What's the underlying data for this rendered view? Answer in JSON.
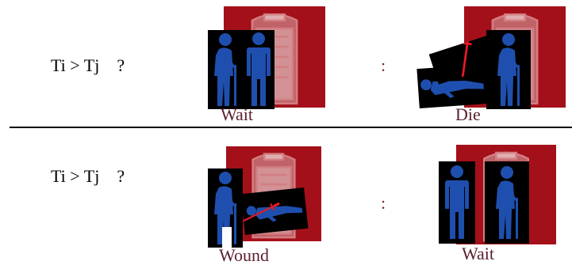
{
  "rows": [
    {
      "condition": "Ti > Tj    ?",
      "separator": ":",
      "left_caption": "Wait",
      "right_caption": "Die"
    },
    {
      "condition": "Ti > Tj    ?",
      "separator": ":",
      "left_caption": "Wound",
      "right_caption": "Wait"
    }
  ],
  "colors": {
    "toilet_background": "#a4101a",
    "figure_blue": "#1f4fae",
    "knife_red": "#e21b24",
    "caption": "#5a1f2e"
  },
  "icons": [
    "portable-toilet-icon",
    "elderly-person-icon",
    "standing-person-icon",
    "lying-person-icon",
    "knife-icon"
  ]
}
